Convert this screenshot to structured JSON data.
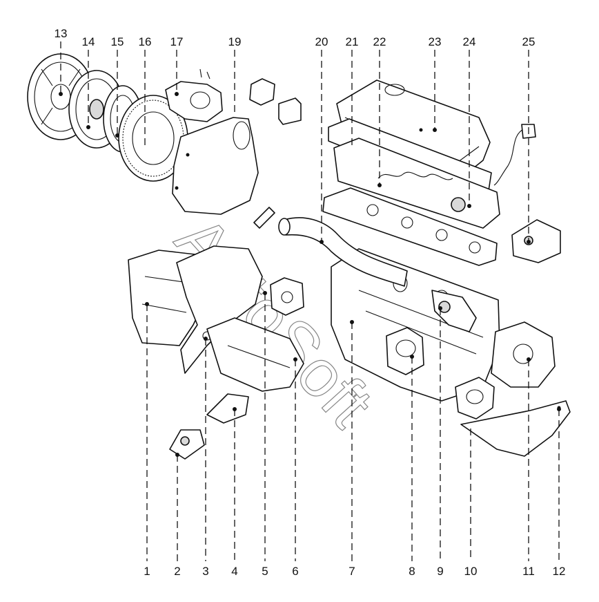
{
  "watermark": "AutoSoft",
  "callouts": [
    {
      "label": "1"
    },
    {
      "label": "2"
    },
    {
      "label": "3"
    },
    {
      "label": "4"
    },
    {
      "label": "5"
    },
    {
      "label": "6"
    },
    {
      "label": "7"
    },
    {
      "label": "8"
    },
    {
      "label": "9"
    },
    {
      "label": "10"
    },
    {
      "label": "11"
    },
    {
      "label": "12"
    },
    {
      "label": "13"
    },
    {
      "label": "14"
    },
    {
      "label": "15"
    },
    {
      "label": "16"
    },
    {
      "label": "17"
    },
    {
      "label": "19"
    },
    {
      "label": "20"
    },
    {
      "label": "21"
    },
    {
      "label": "22"
    },
    {
      "label": "23"
    },
    {
      "label": "24"
    },
    {
      "label": "25"
    }
  ]
}
